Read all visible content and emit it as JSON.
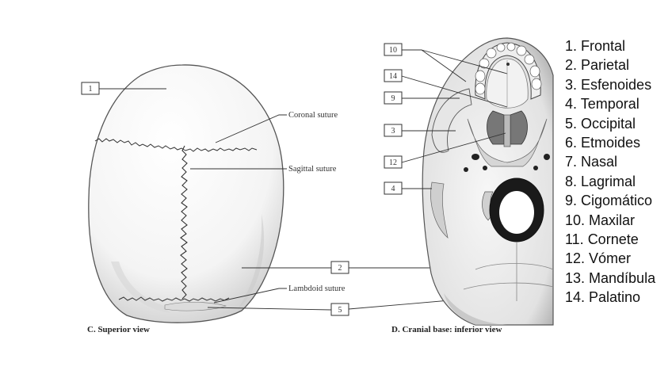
{
  "captions": {
    "superior": "C. Superior view",
    "inferior": "D. Cranial base: inferior view"
  },
  "sutures": {
    "coronal": "Coronal suture",
    "sagittal": "Sagittal suture",
    "lambdoid": "Lambdoid suture"
  },
  "callouts": {
    "frontal_box": "1",
    "parietal_box": "2",
    "occipital_box": "5",
    "maxilar_box": "10",
    "palatino_box": "14",
    "cigomatico_box": "9",
    "esfenoides_box": "3",
    "vomer_box": "12",
    "temporal_box": "4"
  },
  "legend": [
    "1. Frontal",
    "2. Parietal",
    "3. Esfenoides",
    "4. Temporal",
    "5. Occipital",
    "6. Etmoides",
    "7. Nasal",
    "8. Lagrimal",
    "9. Cigomático",
    "10. Maxilar",
    "11. Cornete",
    "12. Vómer",
    "13. Mandíbula",
    "14. Palatino"
  ]
}
